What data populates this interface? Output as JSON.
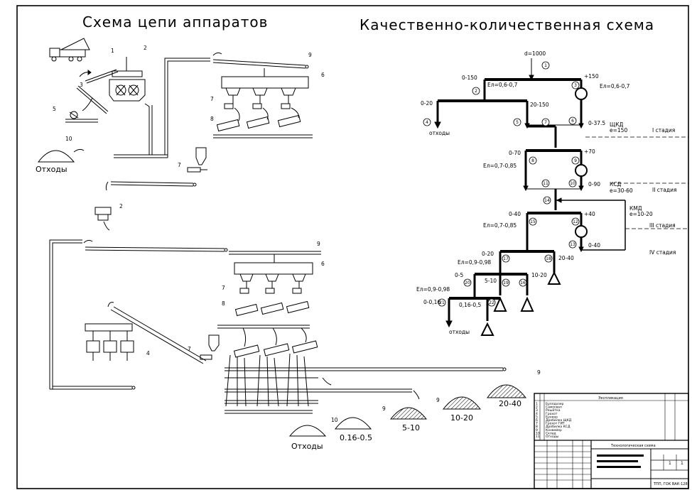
{
  "titles": {
    "left": "Схема цепи аппаратов",
    "right": "Качественно-количественная схема"
  },
  "left_scheme": {
    "equipment_numbers": [
      "1",
      "2",
      "3",
      "4",
      "5",
      "6",
      "7",
      "8",
      "9",
      "10"
    ],
    "products": {
      "waste_top": "Отходы",
      "waste_bottom": "Отходы",
      "p1": "0.16-0.5",
      "p2": "5-10",
      "p3": "10-20",
      "p4": "20-40"
    }
  },
  "qq_scheme": {
    "feed": "d=1000",
    "waste1": "отходы",
    "waste2": "отходы",
    "nodes": [
      "1",
      "2",
      "3",
      "4",
      "5",
      "6",
      "7",
      "8",
      "9",
      "10",
      "11",
      "12",
      "13",
      "14",
      "15",
      "16",
      "17",
      "18",
      "19",
      "20",
      "21",
      "22"
    ],
    "labels": {
      "l_0_150": "0-150",
      "l_p150": "+150",
      "e1": "Eл=0,6-0,7",
      "e1r": "Eл=0,6-0,7",
      "l_0_20": "0-20",
      "l_20_150": "20-150",
      "l_0_375": "0-37.5",
      "shkd": "ЩКД",
      "shkd_e": "e=150",
      "l_0_70": "0-70",
      "l_p70": "+70",
      "e2": "Eл=0,7-0,85",
      "l_0_90": "0-90",
      "ksd": "КСД",
      "ksd_e": "e=30-60",
      "kmd": "КМД",
      "kmd_e": "e=10-20",
      "l_0_40": "0-40",
      "l_p40": "+40",
      "e3": "Eл=0,7-0,85",
      "l_0_40b": "0-40",
      "l_0_20b": "0-20",
      "e4": "Eл=0,9-0,98",
      "l_20_40": "20-40",
      "l_0_5": "0-5",
      "l_10_20": "10-20",
      "l_5_10": "5-10",
      "e5": "Eл=0,9-0,98",
      "l_0_016": "0-0,16",
      "l_016_05": "0,16-0,5"
    },
    "stages": [
      "I стадия",
      "II стадия",
      "III стадия",
      "IV стадия"
    ]
  },
  "stamp": {
    "spec_header": "Экспликация",
    "rows": [
      "Буллдозер",
      "Самосвал",
      "Решётка",
      "Грохот",
      "Бункер",
      "Дробилка ЩКД",
      "Грохот ГИТ",
      "Дробилка КСД",
      "Конвейер",
      "Склад",
      "Отходы"
    ],
    "drawing_title": "Технологическая схема",
    "sheet": "1",
    "sheets": "1",
    "code": "ТПП, ГОК ВАК-128"
  },
  "colors": {
    "ink": "#000000",
    "paper": "#ffffff"
  }
}
